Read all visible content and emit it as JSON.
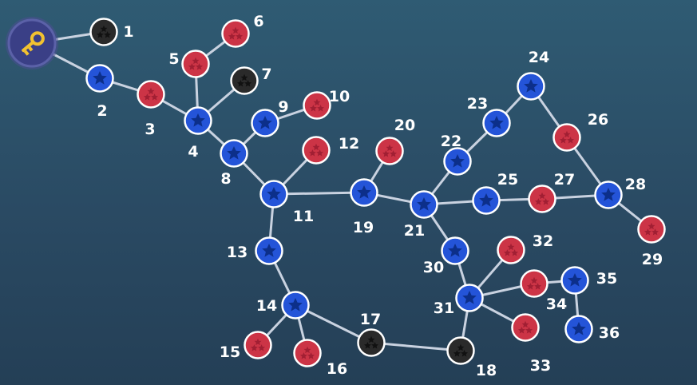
{
  "colors": {
    "blue": "#2454d8",
    "red": "#cc3446",
    "dark": "#2a2a2a",
    "edge": "#c9d2e0",
    "key_ring": "#3a3f86",
    "key": "#f2c230",
    "label": "#ffffff"
  },
  "start_icon": "key-icon",
  "nodes": [
    {
      "id": "1",
      "label": "1",
      "type": "dark"
    },
    {
      "id": "2",
      "label": "2",
      "type": "blue"
    },
    {
      "id": "3",
      "label": "3",
      "type": "red"
    },
    {
      "id": "4",
      "label": "4",
      "type": "blue"
    },
    {
      "id": "5",
      "label": "5",
      "type": "red"
    },
    {
      "id": "6",
      "label": "6",
      "type": "red"
    },
    {
      "id": "7",
      "label": "7",
      "type": "dark"
    },
    {
      "id": "8",
      "label": "8",
      "type": "blue"
    },
    {
      "id": "9",
      "label": "9",
      "type": "blue"
    },
    {
      "id": "10",
      "label": "10",
      "type": "red"
    },
    {
      "id": "11",
      "label": "11",
      "type": "blue"
    },
    {
      "id": "12",
      "label": "12",
      "type": "red"
    },
    {
      "id": "13",
      "label": "13",
      "type": "blue"
    },
    {
      "id": "14",
      "label": "14",
      "type": "blue"
    },
    {
      "id": "15",
      "label": "15",
      "type": "red"
    },
    {
      "id": "16",
      "label": "16",
      "type": "red"
    },
    {
      "id": "17",
      "label": "17",
      "type": "dark"
    },
    {
      "id": "18",
      "label": "18",
      "type": "dark"
    },
    {
      "id": "19",
      "label": "19",
      "type": "blue"
    },
    {
      "id": "20",
      "label": "20",
      "type": "red"
    },
    {
      "id": "21",
      "label": "21",
      "type": "blue"
    },
    {
      "id": "22",
      "label": "22",
      "type": "blue"
    },
    {
      "id": "23",
      "label": "23",
      "type": "blue"
    },
    {
      "id": "24",
      "label": "24",
      "type": "blue"
    },
    {
      "id": "25",
      "label": "25",
      "type": "blue"
    },
    {
      "id": "26",
      "label": "26",
      "type": "red"
    },
    {
      "id": "27",
      "label": "27",
      "type": "red"
    },
    {
      "id": "28",
      "label": "28",
      "type": "blue"
    },
    {
      "id": "29",
      "label": "29",
      "type": "red"
    },
    {
      "id": "30",
      "label": "30",
      "type": "blue"
    },
    {
      "id": "31",
      "label": "31",
      "type": "blue"
    },
    {
      "id": "32",
      "label": "32",
      "type": "red"
    },
    {
      "id": "33",
      "label": "33",
      "type": "red"
    },
    {
      "id": "34",
      "label": "34",
      "type": "red"
    },
    {
      "id": "35",
      "label": "35",
      "type": "blue"
    },
    {
      "id": "36",
      "label": "36",
      "type": "blue"
    }
  ],
  "edges": [
    [
      "key",
      "1"
    ],
    [
      "key",
      "2"
    ],
    [
      "2",
      "3"
    ],
    [
      "3",
      "4"
    ],
    [
      "4",
      "5"
    ],
    [
      "5",
      "6"
    ],
    [
      "4",
      "7"
    ],
    [
      "4",
      "8"
    ],
    [
      "8",
      "9"
    ],
    [
      "9",
      "10"
    ],
    [
      "8",
      "11"
    ],
    [
      "11",
      "12"
    ],
    [
      "11",
      "19"
    ],
    [
      "11",
      "13"
    ],
    [
      "13",
      "14"
    ],
    [
      "14",
      "15"
    ],
    [
      "14",
      "16"
    ],
    [
      "14",
      "17"
    ],
    [
      "17",
      "18"
    ],
    [
      "18",
      "31"
    ],
    [
      "19",
      "20"
    ],
    [
      "19",
      "21"
    ],
    [
      "21",
      "22"
    ],
    [
      "22",
      "23"
    ],
    [
      "23",
      "24"
    ],
    [
      "24",
      "26"
    ],
    [
      "26",
      "28"
    ],
    [
      "21",
      "25"
    ],
    [
      "25",
      "27"
    ],
    [
      "27",
      "28"
    ],
    [
      "28",
      "29"
    ],
    [
      "21",
      "30"
    ],
    [
      "30",
      "31"
    ],
    [
      "31",
      "32"
    ],
    [
      "31",
      "33"
    ],
    [
      "31",
      "34"
    ],
    [
      "34",
      "35"
    ],
    [
      "35",
      "36"
    ]
  ]
}
